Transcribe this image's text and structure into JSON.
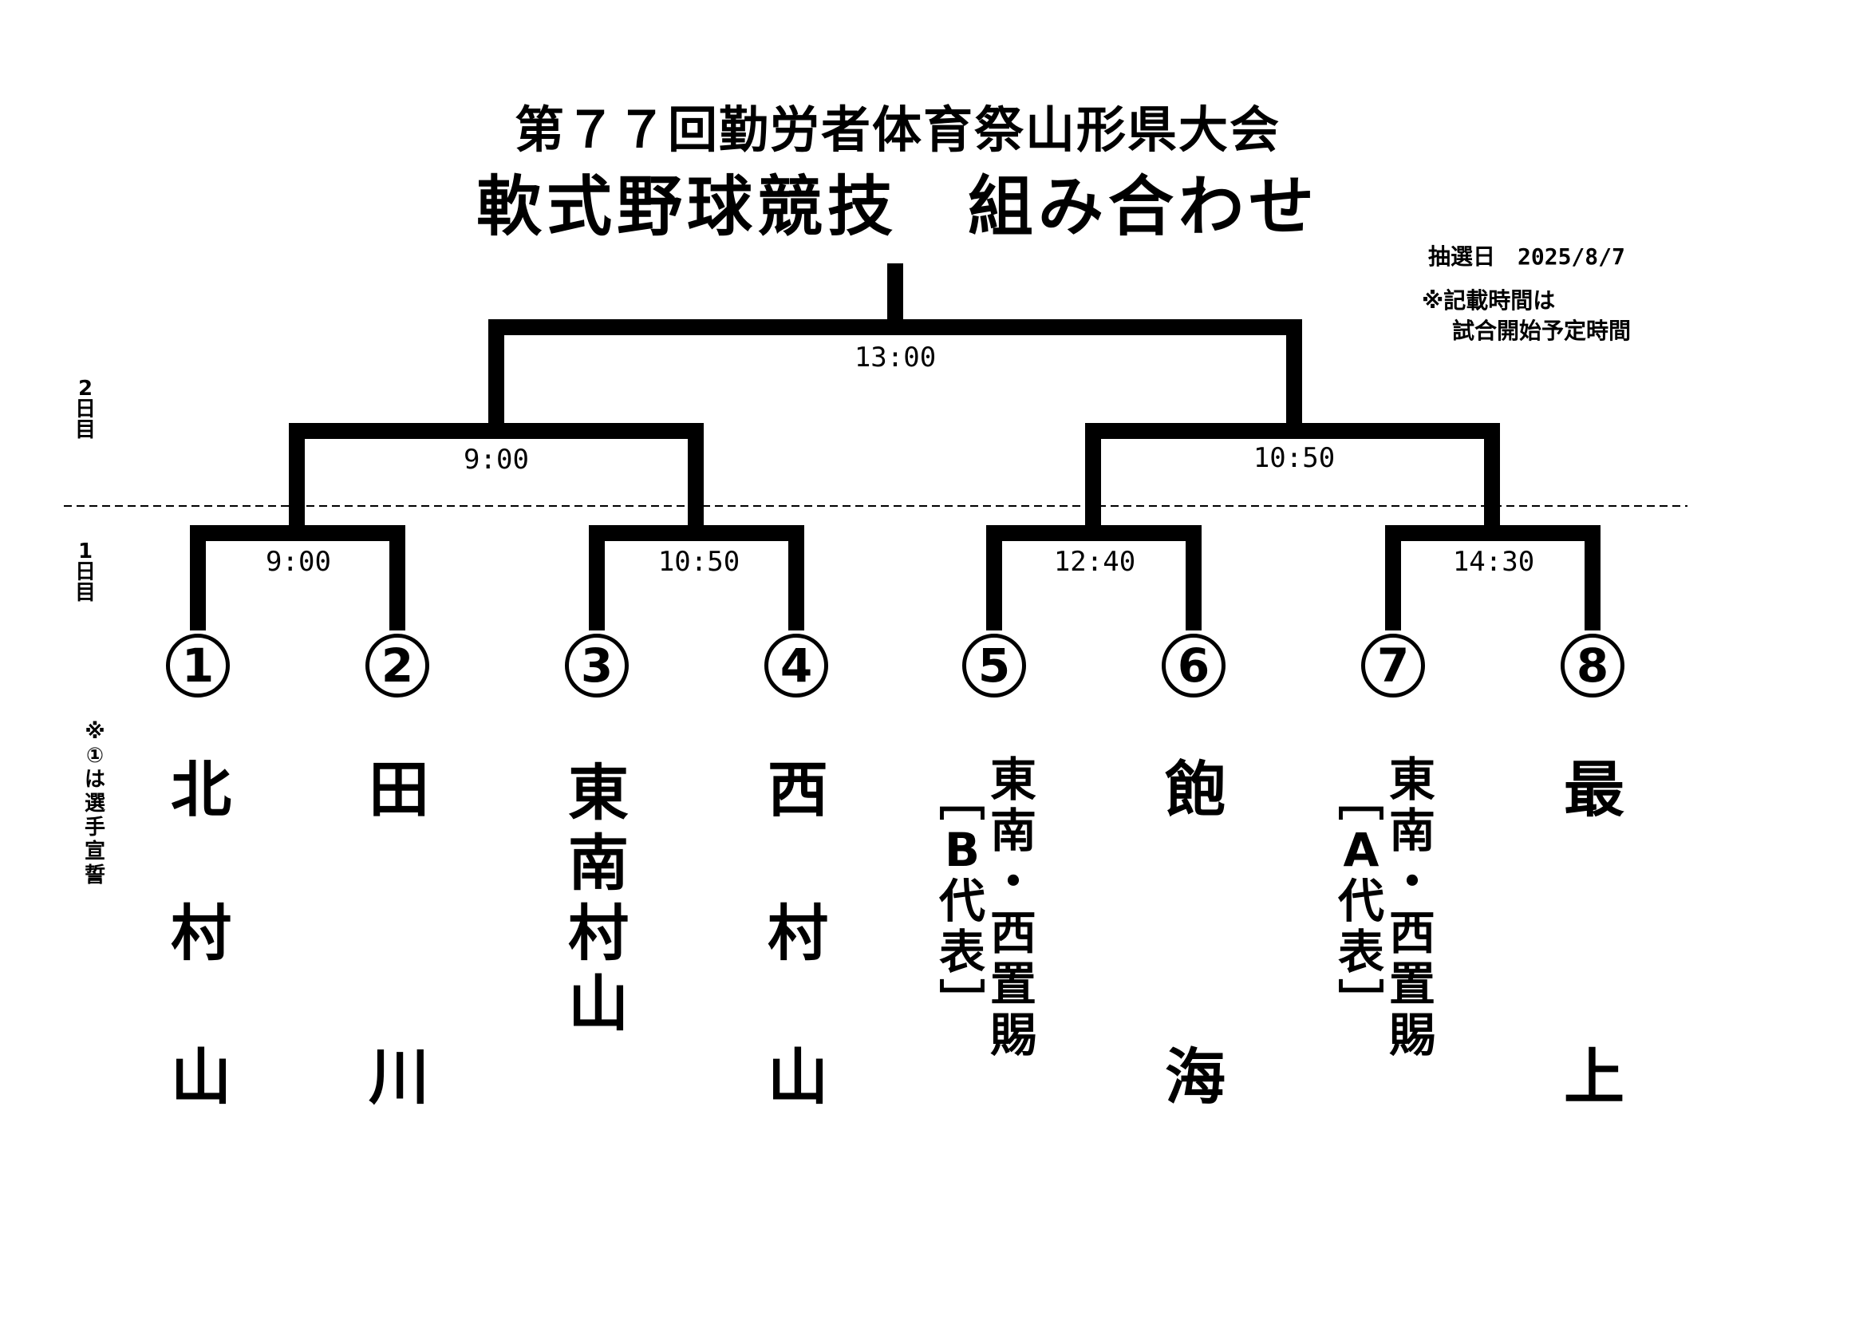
{
  "title": {
    "line1": "第７７回勤労者体育祭山形県大会",
    "line2": "軟式野球競技　組み合わせ"
  },
  "draw_date": "抽選日　2025/8/7",
  "note": {
    "line1": "※記載時間は",
    "line2": "試合開始予定時間"
  },
  "day2_label": [
    "2",
    "日",
    "目"
  ],
  "day1_label": [
    "1",
    "日",
    "目"
  ],
  "oath_note": [
    "※",
    "①",
    "は",
    "選",
    "手",
    "宣",
    "誓"
  ],
  "times": {
    "final": "13:00",
    "semi_left": "9:00",
    "semi_right": "10:50",
    "r1_1": "9:00",
    "r1_2": "10:50",
    "r1_3": "12:40",
    "r1_4": "14:30"
  },
  "slots": [
    {
      "num": "1",
      "team": [
        "北",
        "村",
        "山"
      ]
    },
    {
      "num": "2",
      "team": [
        "田",
        "川"
      ]
    },
    {
      "num": "3",
      "team": [
        "東",
        "南",
        "村",
        "山"
      ]
    },
    {
      "num": "4",
      "team": [
        "西",
        "村",
        "山"
      ]
    },
    {
      "num": "5",
      "team_main": [
        "東",
        "南",
        "・",
        "西",
        "置",
        "賜"
      ],
      "team_paren": [
        "﹇",
        "B",
        "代",
        "表",
        "﹈"
      ]
    },
    {
      "num": "6",
      "team": [
        "飽",
        "海"
      ]
    },
    {
      "num": "7",
      "team_main": [
        "東",
        "南",
        "・",
        "西",
        "置",
        "賜"
      ],
      "team_paren": [
        "﹇",
        "A",
        "代",
        "表",
        "﹈"
      ]
    },
    {
      "num": "8",
      "team": [
        "最",
        "上"
      ]
    }
  ]
}
